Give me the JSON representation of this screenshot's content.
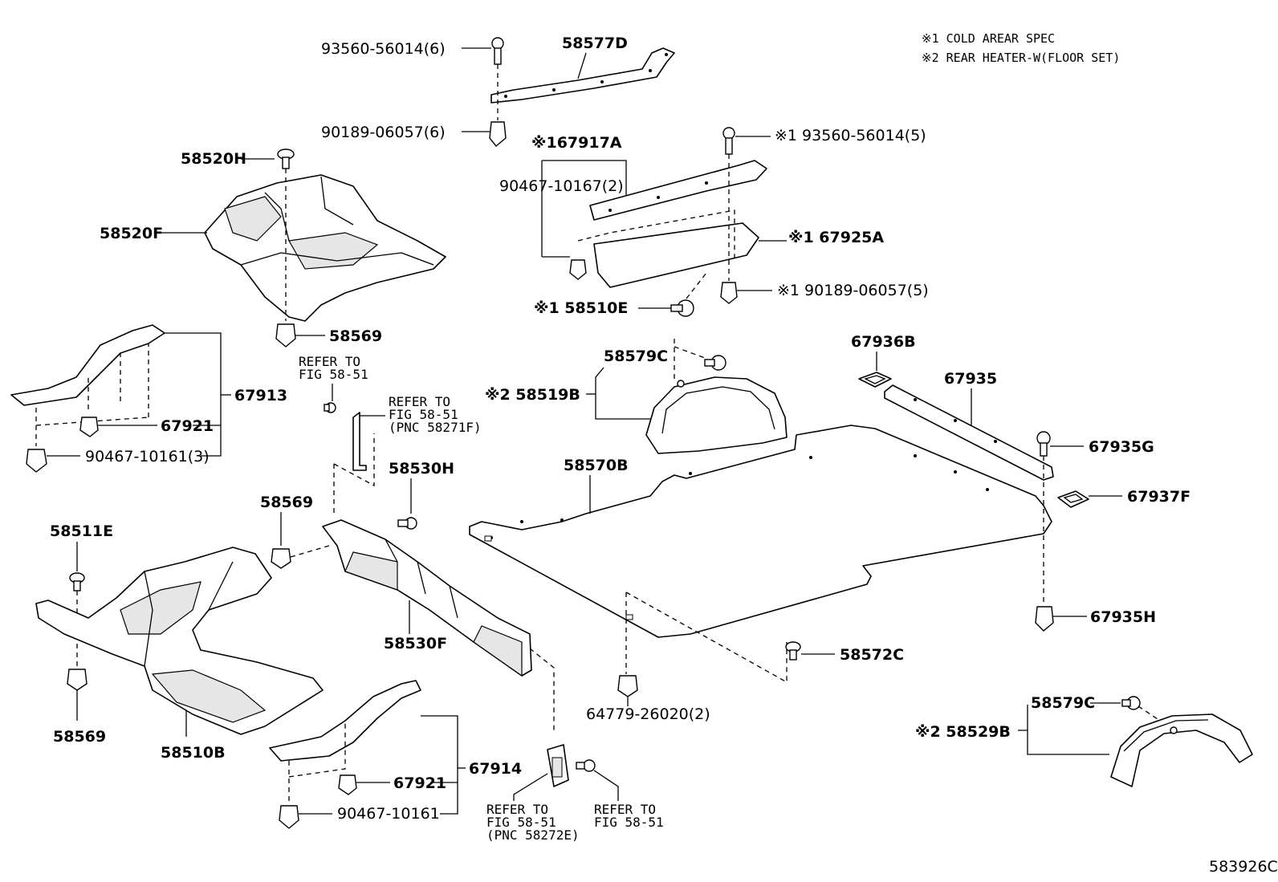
{
  "notes": {
    "note1": "※1 COLD AREAR SPEC",
    "note2": "※2 REAR HEATER-W(FLOOR SET)"
  },
  "figure_id": "583926C",
  "labels": {
    "l_93560_56014_6": "93560-56014(6)",
    "l_58577D": "58577D",
    "l_90189_06057_6": "90189-06057(6)",
    "l_58520H": "58520H",
    "l_67917A": "※167917A",
    "l_93560_56014_5": "※1 93560-56014(5)",
    "l_90467_10167_2": "90467-10167(2)",
    "l_58520F": "58520F",
    "l_67925A": "※1 67925A",
    "l_90189_06057_5": "※1 90189-06057(5)",
    "l_58510E": "※1 58510E",
    "l_58569_a": "58569",
    "l_67936B": "67936B",
    "l_58579C_a": "58579C",
    "l_67935": "67935",
    "l_67913": "67913",
    "l_58519B": "※2 58519B",
    "l_67921_a": "67921",
    "l_67935G": "67935G",
    "l_90467_10161_3": "90467-10161(3)",
    "l_58570B": "58570B",
    "l_67937F": "67937F",
    "l_58530H": "58530H",
    "l_58569_b": "58569",
    "l_58511E": "58511E",
    "l_67935H": "67935H",
    "l_58530F": "58530F",
    "l_58572C": "58572C",
    "l_58569_c": "58569",
    "l_58510B": "58510B",
    "l_64779_26020_2": "64779-26020(2)",
    "l_58579C_b": "58579C",
    "l_58529B": "※2  58529B",
    "l_67914": "67914",
    "l_67921_b": "67921",
    "l_90467_10161": "90467-10161"
  },
  "refs": {
    "ref1_line1": "REFER TO",
    "ref1_line2": "FIG 58-51",
    "ref2_line1": "REFER TO",
    "ref2_line2": "FIG 58-51",
    "ref2_line3": "(PNC 58271F)",
    "ref3_line1": "REFER TO",
    "ref3_line2": "FIG 58-51",
    "ref3_line3": "(PNC 58272E)",
    "ref4_line1": "REFER TO",
    "ref4_line2": "FIG 58-51"
  }
}
